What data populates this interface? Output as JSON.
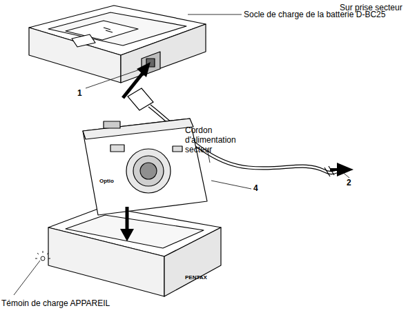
{
  "diagram": {
    "labels": [
      "Socle de charge de la batterie D-BC25",
      "Cordon d'alimentation secteur",
      "Sur prise secteur",
      "1",
      "2",
      "4",
      "Optio",
      "PENTAX",
      "Témoin de charge APPAREIL"
    ]
  }
}
